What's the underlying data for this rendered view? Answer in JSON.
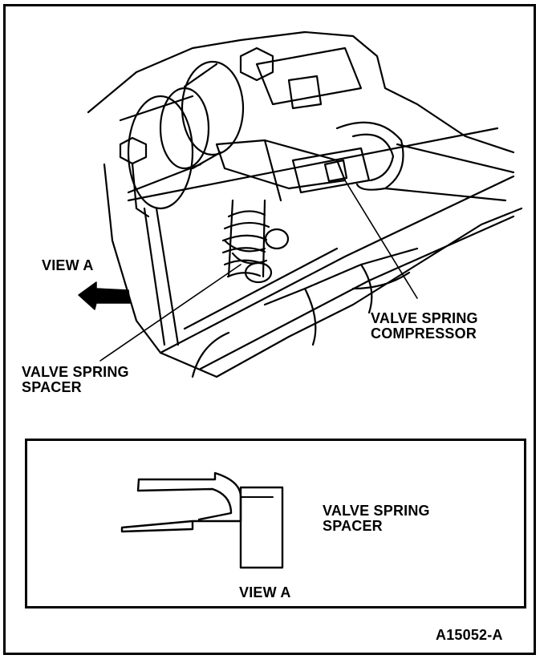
{
  "labels": {
    "view_a_main": "VIEW A",
    "compressor_line1": "VALVE SPRING",
    "compressor_line2": "COMPRESSOR",
    "spacer_line1": "VALVE SPRING",
    "spacer_line2": "SPACER",
    "inset_spacer_line1": "VALVE SPRING",
    "inset_spacer_line2": "SPACER",
    "inset_view": "VIEW A",
    "figure_id": "A15052-A"
  },
  "colors": {
    "ink": "#000000",
    "paper": "#ffffff"
  }
}
